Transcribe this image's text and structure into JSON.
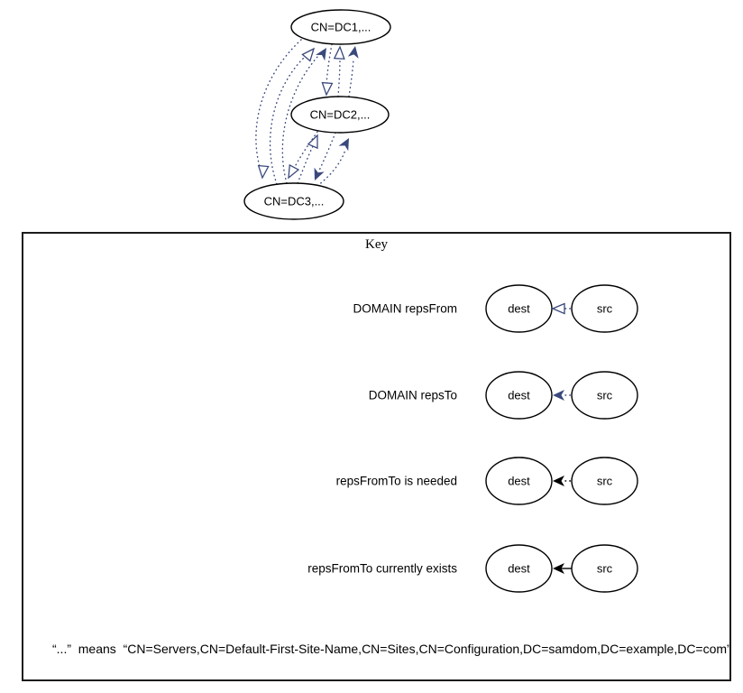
{
  "diagram": {
    "nodes": [
      {
        "label": "CN=DC1,..."
      },
      {
        "label": "CN=DC2,..."
      },
      {
        "label": "CN=DC3,..."
      }
    ],
    "edges": [
      {
        "from": "CN=DC1,...",
        "to": "CN=DC2,...",
        "type": "repsFrom"
      },
      {
        "from": "CN=DC2,...",
        "to": "CN=DC1,...",
        "type": "repsFrom"
      },
      {
        "from": "CN=DC2,...",
        "to": "CN=DC1,...",
        "type": "repsTo"
      },
      {
        "from": "CN=DC1,...",
        "to": "CN=DC3,...",
        "type": "repsFrom"
      },
      {
        "from": "CN=DC3,...",
        "to": "CN=DC1,...",
        "type": "repsFrom"
      },
      {
        "from": "CN=DC3,...",
        "to": "CN=DC1,...",
        "type": "repsTo"
      },
      {
        "from": "CN=DC2,...",
        "to": "CN=DC3,...",
        "type": "repsFrom"
      },
      {
        "from": "CN=DC2,...",
        "to": "CN=DC3,...",
        "type": "repsTo"
      },
      {
        "from": "CN=DC3,...",
        "to": "CN=DC2,...",
        "type": "repsFrom"
      },
      {
        "from": "CN=DC3,...",
        "to": "CN=DC2,...",
        "type": "repsTo"
      }
    ]
  },
  "key": {
    "title": "Key",
    "rows": [
      {
        "label": "DOMAIN repsFrom",
        "dest": "dest",
        "src": "src",
        "arrow": "open-dotted-navy"
      },
      {
        "label": "DOMAIN repsTo",
        "dest": "dest",
        "src": "src",
        "arrow": "vee-dotted-navy"
      },
      {
        "label": "repsFromTo is needed",
        "dest": "dest",
        "src": "src",
        "arrow": "vee-dotted-black"
      },
      {
        "label": "repsFromTo currently exists",
        "dest": "dest",
        "src": "src",
        "arrow": "vee-solid-black"
      }
    ],
    "footnote": "“...”  means  “CN=Servers,CN=Default-First-Site-Name,CN=Sites,CN=Configuration,DC=samdom,DC=example,DC=com”"
  },
  "colors": {
    "edge_navy": "#3a497b",
    "node_stroke": "#000000",
    "box_border": "#1c1c1c",
    "background": "#ffffff"
  }
}
